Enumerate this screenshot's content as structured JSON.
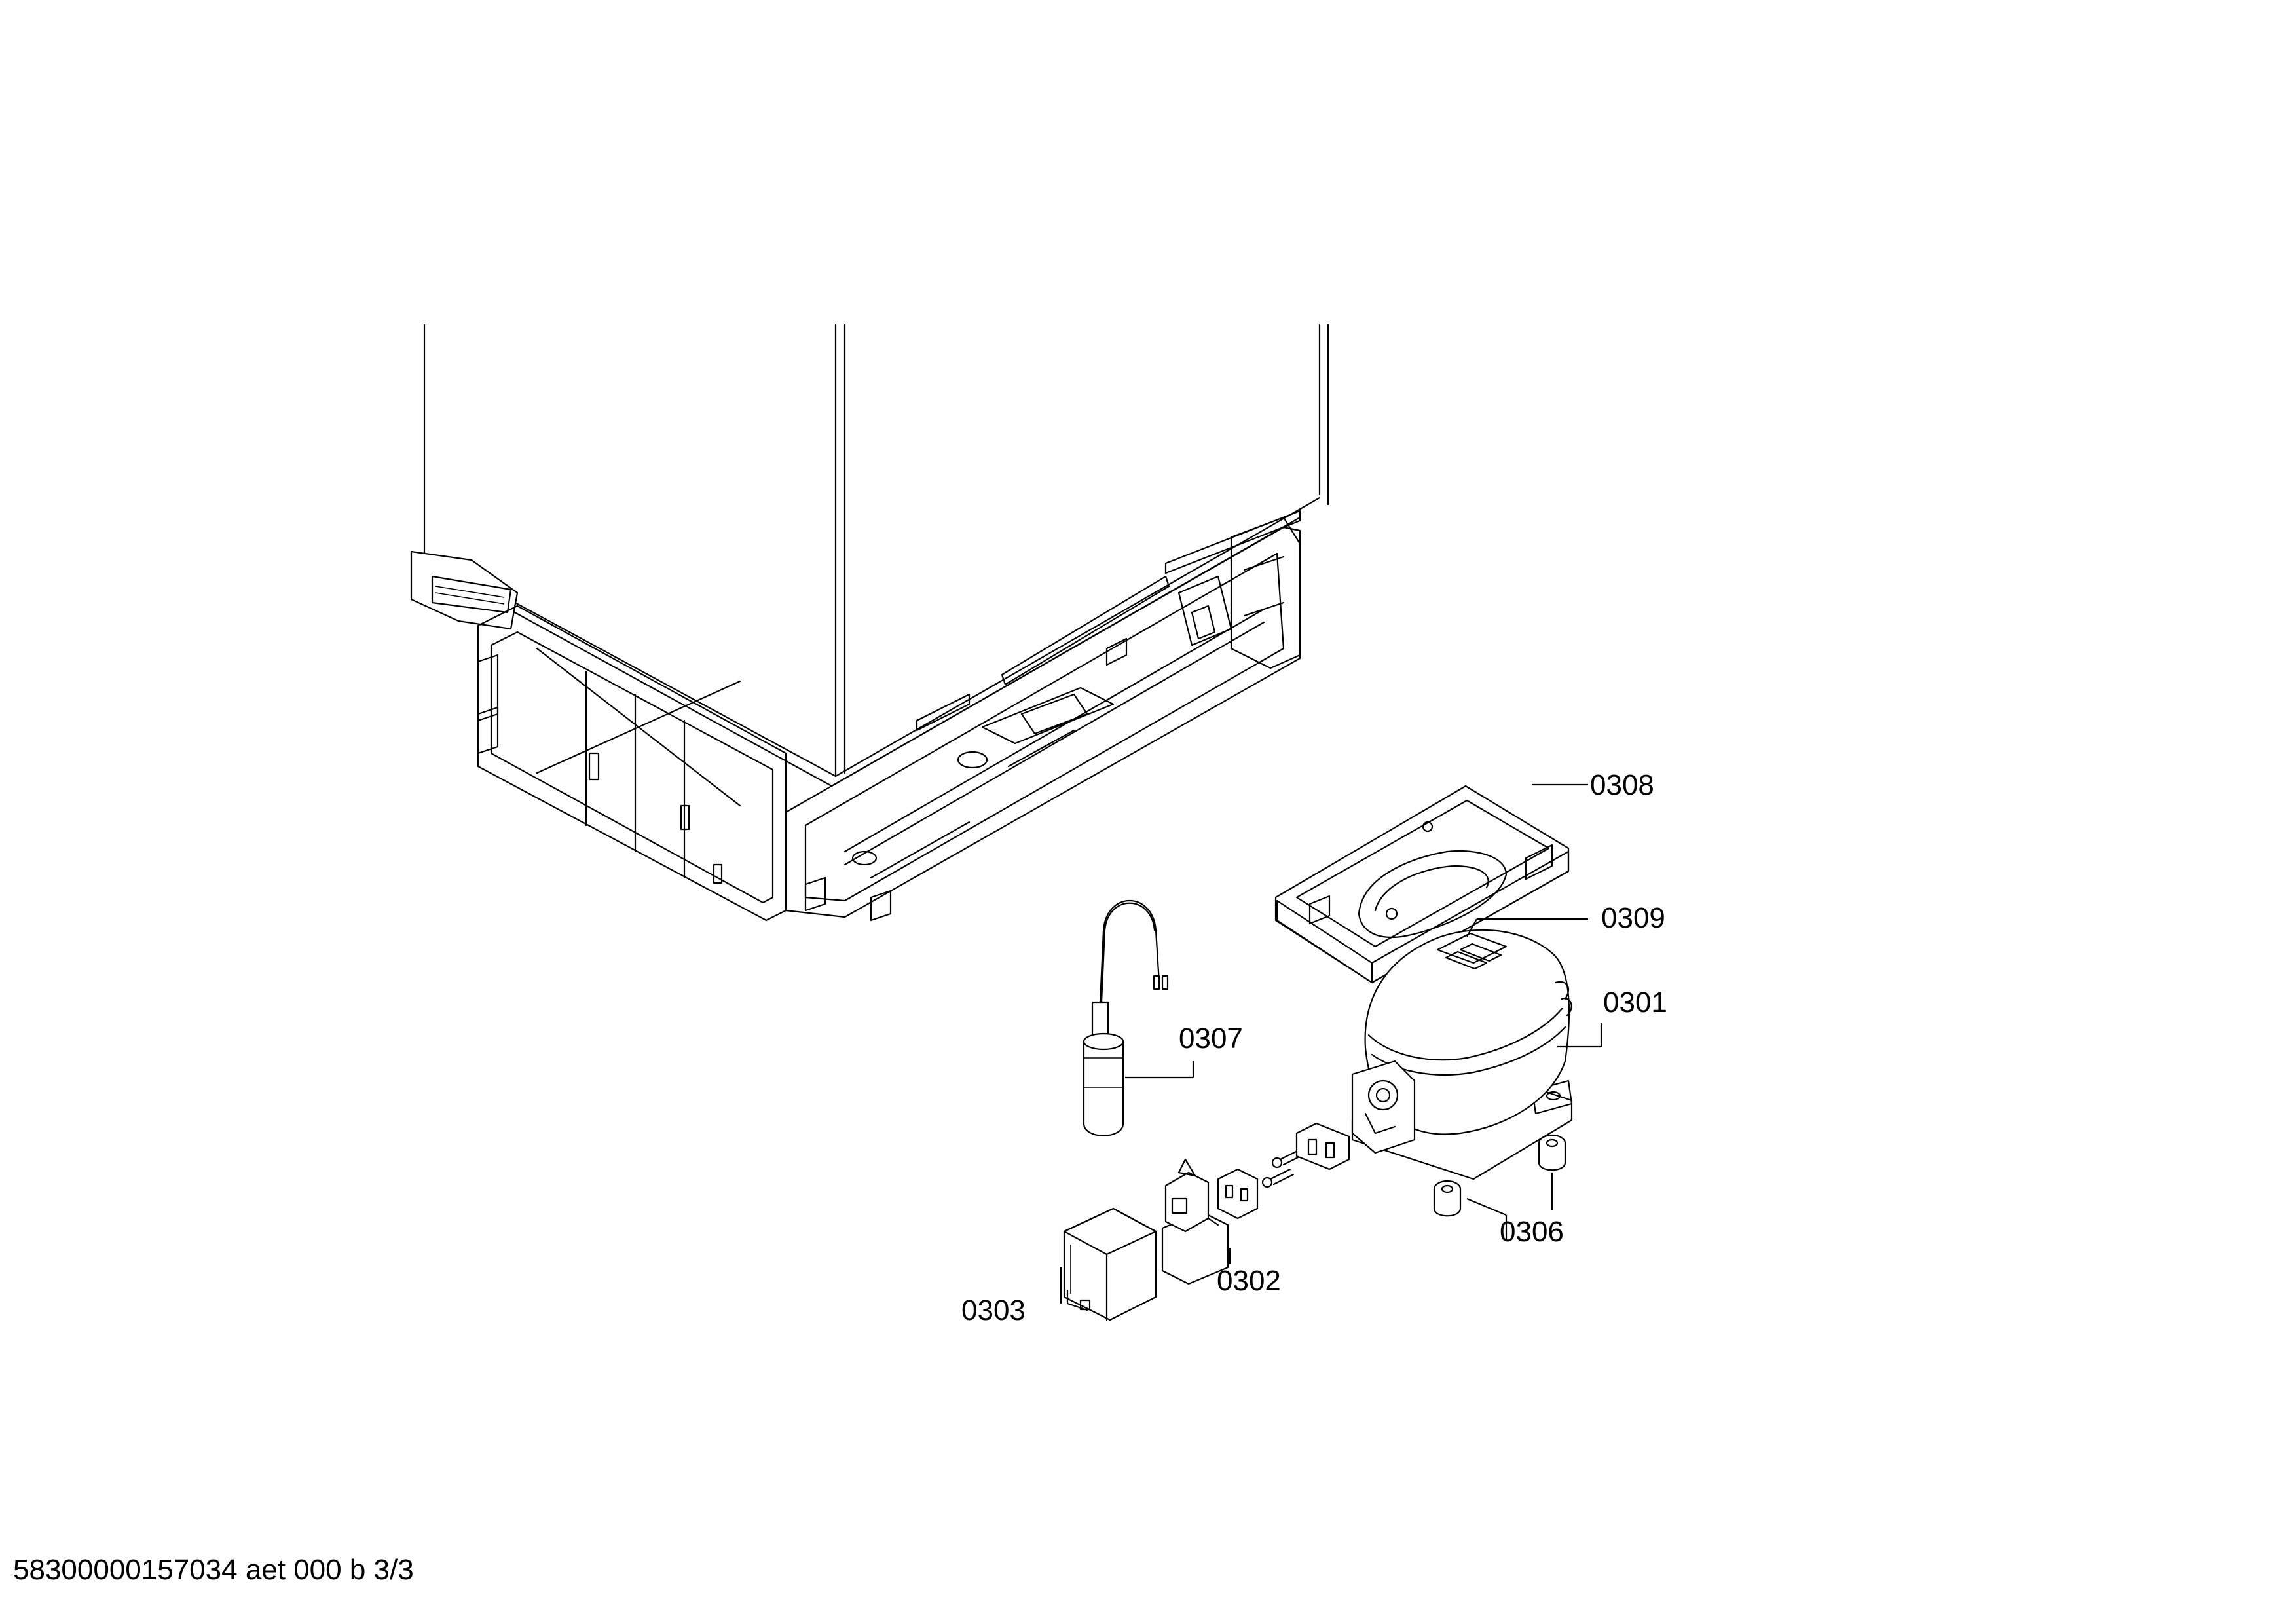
{
  "diagram": {
    "parts": [
      {
        "id": "0308",
        "label": "0308",
        "name": "drip-tray"
      },
      {
        "id": "0309",
        "label": "0309",
        "name": "compressor-label"
      },
      {
        "id": "0301",
        "label": "0301",
        "name": "compressor"
      },
      {
        "id": "0307",
        "label": "0307",
        "name": "capacitor"
      },
      {
        "id": "0306",
        "label": "0306",
        "name": "rubber-grommet"
      },
      {
        "id": "0302",
        "label": "0302",
        "name": "relay"
      },
      {
        "id": "0303",
        "label": "0303",
        "name": "relay-cover"
      }
    ]
  },
  "footer": {
    "text": "58300000157034 aet 000 b 3/3"
  }
}
